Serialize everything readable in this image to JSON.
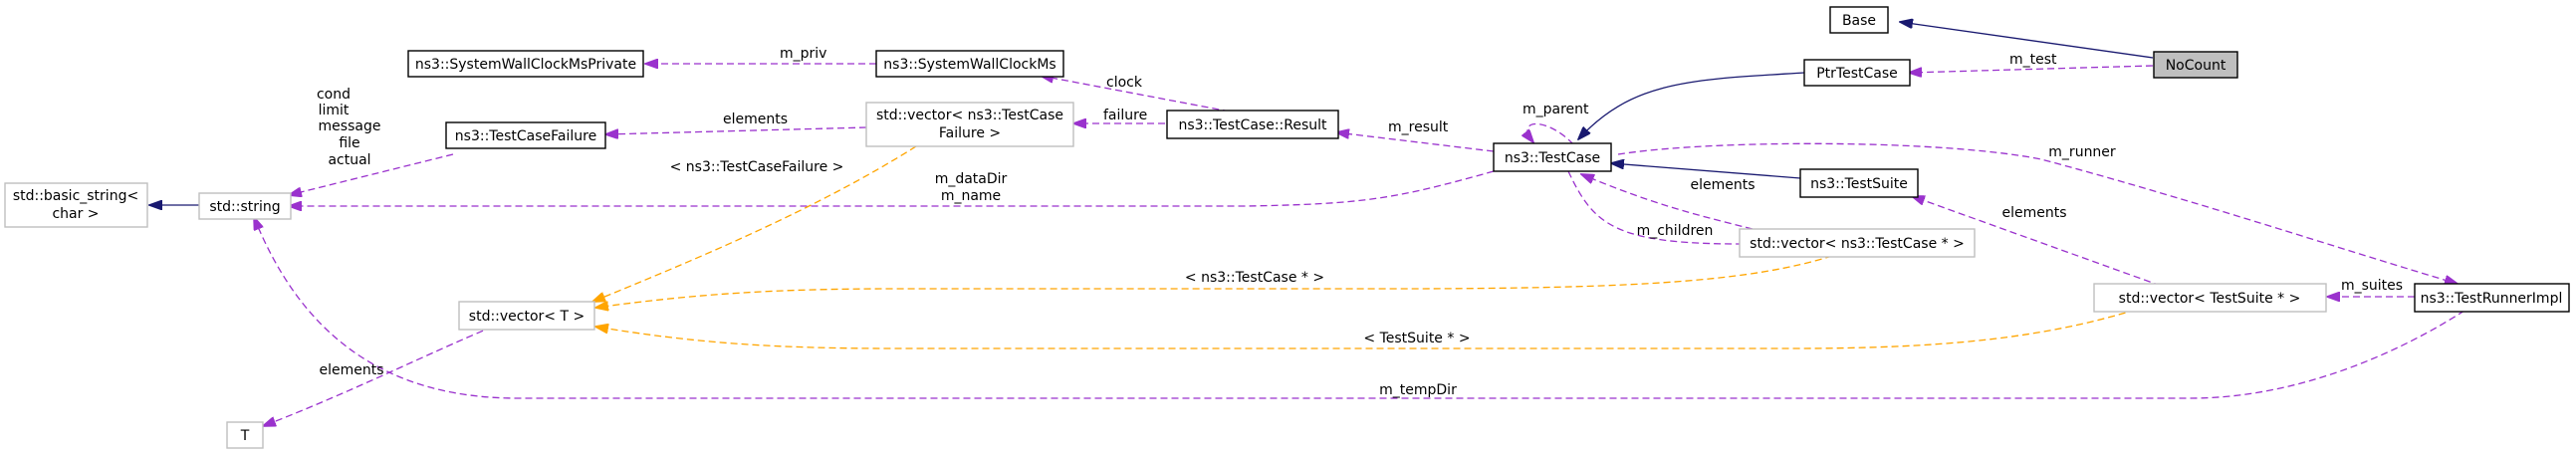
{
  "colors": {
    "inherit": "#191970",
    "usage": "#9a32cd",
    "template": "#ffa500",
    "node_border": "#000000",
    "node_border_external": "#bfbfbf",
    "node_fill": "#ffffff",
    "node_fill_focus": "#bfbfbf"
  },
  "nodes": {
    "nocount": "NoCount",
    "base": "Base",
    "ptrtestcase": "PtrTestCase",
    "testcase": "ns3::TestCase",
    "testsuite": "ns3::TestSuite",
    "testrunnerimpl": "ns3::TestRunnerImpl",
    "result": "ns3::TestCase::Result",
    "swcms": "ns3::SystemWallClockMs",
    "swcmsprivate": "ns3::SystemWallClockMsPrivate",
    "testcasefailure": "ns3::TestCaseFailure",
    "vec_failure_line1": "std::vector< ns3::TestCase",
    "vec_failure_line2": "Failure >",
    "stdstring": "std::string",
    "basicstring_line1": "std::basic_string<",
    "basicstring_line2": "char >",
    "vec_t": "std::vector< T >",
    "t": "T",
    "vec_testcaseptr": "std::vector< ns3::TestCase * >",
    "vec_testsuiteptr": "std::vector< TestSuite * >"
  },
  "edge_labels": {
    "m_test": "m_test",
    "m_parent": "m_parent",
    "m_result": "m_result",
    "failure": "failure",
    "clock": "clock",
    "m_priv": "m_priv",
    "elements_failure": "elements",
    "string_members": [
      "cond",
      "limit",
      "message",
      "file",
      "actual"
    ],
    "m_datadir": "m_dataDir",
    "m_name": "m_name",
    "tpl_testcasefailure": "< ns3::TestCaseFailure >",
    "elements_children": "elements",
    "m_children": "m_children",
    "m_runner": "m_runner",
    "elements_suites": "elements",
    "m_suites": "m_suites",
    "tpl_testcaseptr": "< ns3::TestCase * >",
    "tpl_testsuiteptr": "< TestSuite * >",
    "elements_t": "elements",
    "m_tempdir": "m_tempDir"
  }
}
